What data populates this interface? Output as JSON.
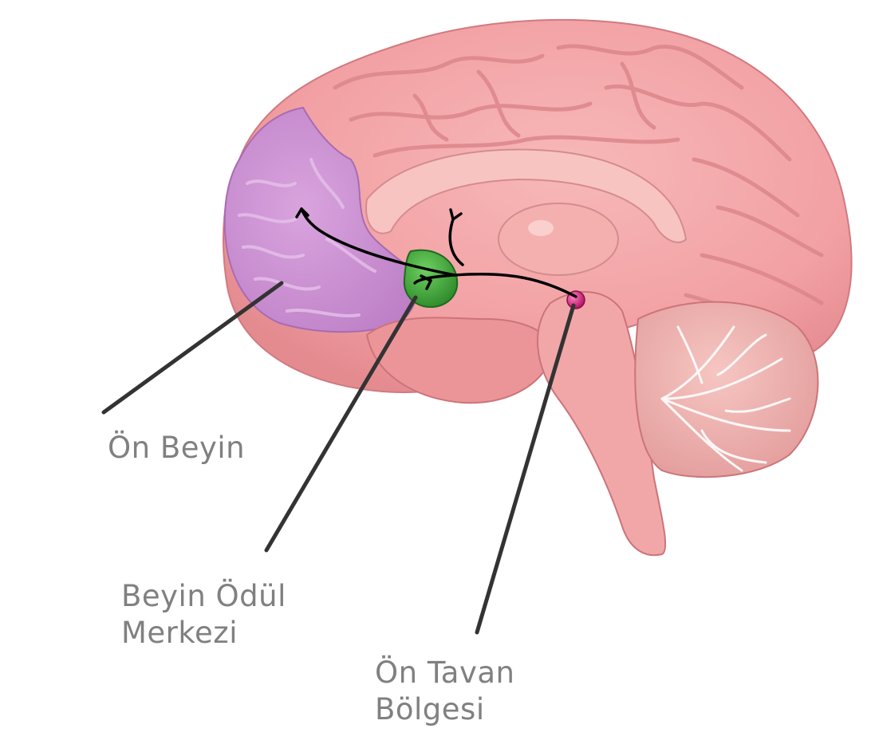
{
  "labels": {
    "forebrain": "Ön Beyin",
    "reward_center_line1": "Beyin Ödül",
    "reward_center_line2": "Merkezi",
    "vta_line1": "Ön Tavan",
    "vta_line2": "Bölgesi"
  },
  "colors": {
    "background": "#ffffff",
    "cortex": "#f2a0a3",
    "cortex_dark": "#d9787d",
    "forebrain_region": "#c98fd0",
    "reward_center": "#3fae3a",
    "vta_dot": "#d01c7a",
    "label_text": "#808080",
    "leader_line": "#333333",
    "pathway": "#000000"
  }
}
